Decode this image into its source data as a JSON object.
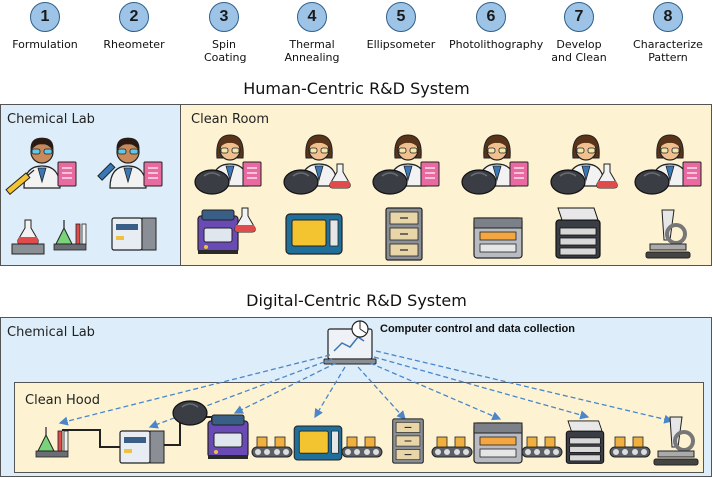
{
  "steps": [
    {
      "number": "1",
      "label": "Formulation"
    },
    {
      "number": "2",
      "label": "Rheometer"
    },
    {
      "number": "3",
      "label": "Spin Coating"
    },
    {
      "number": "4",
      "label": "Thermal Annealing"
    },
    {
      "number": "5",
      "label": "Ellipsometer"
    },
    {
      "number": "6",
      "label": "Photolithography"
    },
    {
      "number": "7",
      "label": "Develop and Clean"
    },
    {
      "number": "8",
      "label": "Characterize Pattern"
    }
  ],
  "human_system": {
    "title": "Human-Centric R&D System",
    "chemical_lab_label": "Chemical Lab",
    "clean_room_label": "Clean Room"
  },
  "digital_system": {
    "title": "Digital-Centric R&D System",
    "chemical_lab_label": "Chemical Lab",
    "clean_hood_label": "Clean Hood",
    "computer_label": "Computer control and data collection"
  },
  "colors": {
    "chemical_lab_bg": "#ddeefa",
    "clean_room_bg": "#fdf2d2",
    "step_circle": "#9dc3e6",
    "arrow": "#4a86c8"
  }
}
